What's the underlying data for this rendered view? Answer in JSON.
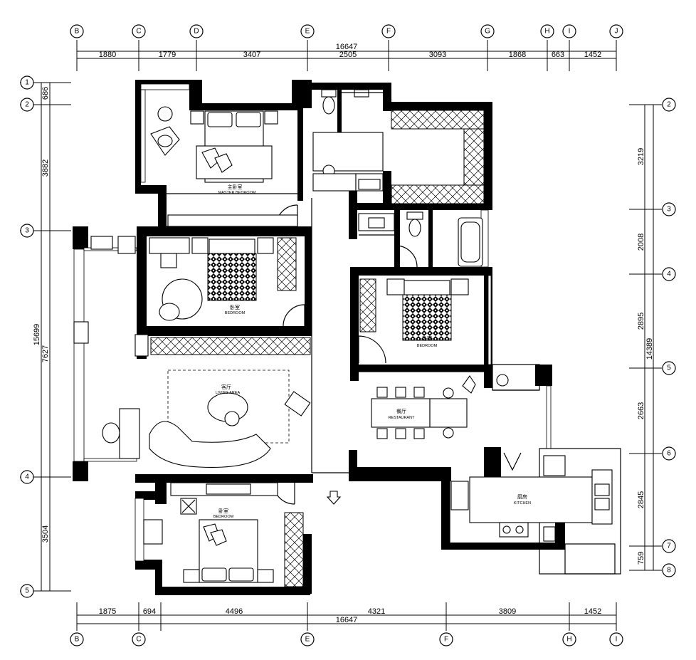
{
  "grid": {
    "top": [
      "B",
      "C",
      "D",
      "E",
      "F",
      "G",
      "H",
      "I",
      "J"
    ],
    "bottom": [
      "B",
      "C",
      "E",
      "F",
      "H",
      "I"
    ],
    "left": [
      "1",
      "2",
      "3",
      "4",
      "5"
    ],
    "right": [
      "2",
      "3",
      "4",
      "5",
      "6",
      "7",
      "8"
    ]
  },
  "dimensions": {
    "top_total": "16647",
    "top": [
      "1880",
      "1779",
      "3407",
      "2505",
      "3093",
      "1868",
      "663",
      "1452"
    ],
    "bottom_total": "16647",
    "bottom": [
      "1875",
      "694",
      "4496",
      "4321",
      "3809",
      "1452"
    ],
    "left_total": "15699",
    "left": [
      "686",
      "3882",
      "7627",
      "3504"
    ],
    "right_total": "14389",
    "right": [
      "3219",
      "2008",
      "2895",
      "2663",
      "2845",
      "759"
    ]
  },
  "rooms": {
    "master_cn": "主卧室",
    "master_en": "MASTER BEDROOM",
    "bedroom_cn": "卧室",
    "bedroom_en": "BEDROOM",
    "bedroom2_cn": "卧室",
    "bedroom2_en": "BEDROOM",
    "bedroom3_cn": "卧室",
    "bedroom3_en": "BEDROOM",
    "living_cn": "客厅",
    "living_en": "LIVING AREA",
    "dining_cn": "餐厅",
    "dining_en": "RESTAURANT",
    "kitchen_cn": "厨房",
    "kitchen_en": "KITCHEN"
  }
}
